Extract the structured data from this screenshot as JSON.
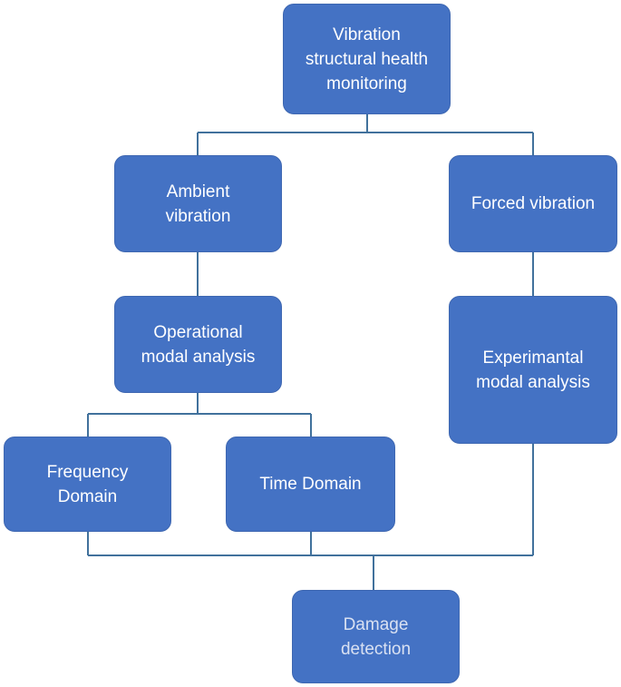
{
  "diagram": {
    "nodes": {
      "root": "Vibration\nstructural health\nmonitoring",
      "ambient": "Ambient\nvibration",
      "forced": "Forced vibration",
      "oma": "Operational\nmodal analysis",
      "ema": "Experimantal\nmodal analysis",
      "frequency": "Frequency\nDomain",
      "time": "Time Domain",
      "damage": "Damage\ndetection"
    }
  },
  "colors": {
    "box_fill": "#4472c4",
    "connector": "#41719c",
    "text": "#ffffff"
  }
}
